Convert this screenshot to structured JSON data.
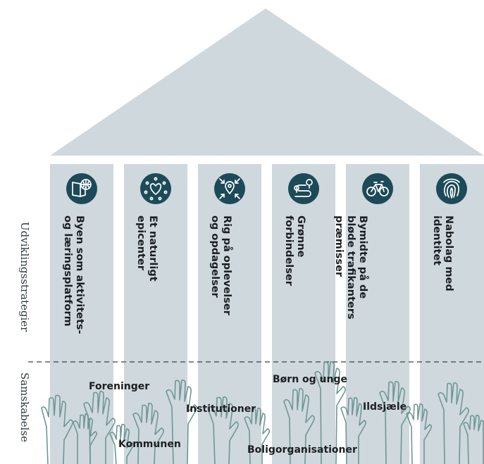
{
  "colors": {
    "roof": "#cfd8dd",
    "pillar": "#cfd8dd",
    "icon_circle": "#1c4a58",
    "hands": "#6e9794",
    "divider": "#3b3f42"
  },
  "side_labels": {
    "strategies": "Udviklingsstrategier",
    "cocreation": "Samskabelse"
  },
  "pillars": [
    {
      "icon": "book-ball-icon",
      "lines": [
        "Byen som aktivitets-",
        "og læringsplatform"
      ]
    },
    {
      "icon": "heart-people-icon",
      "lines": [
        "Et naturligt",
        "epicenter"
      ]
    },
    {
      "icon": "location-pin-arrows-icon",
      "lines": [
        "Rig på oplevelser",
        "og opdagelser"
      ]
    },
    {
      "icon": "winding-path-trees-icon",
      "lines": [
        "Grønne",
        "forbindelser"
      ]
    },
    {
      "icon": "bicycle-icon",
      "lines": [
        "Bymidte på de",
        "bløde trafikanters",
        "præmisser"
      ]
    },
    {
      "icon": "fingerprint-icon",
      "lines": [
        "Nabolag med",
        "identitet"
      ]
    }
  ],
  "partners": [
    "Foreninger",
    "Børn og unge",
    "Institutioner",
    "Ildsjæle",
    "Kommunen",
    "Boligorganisationer"
  ]
}
